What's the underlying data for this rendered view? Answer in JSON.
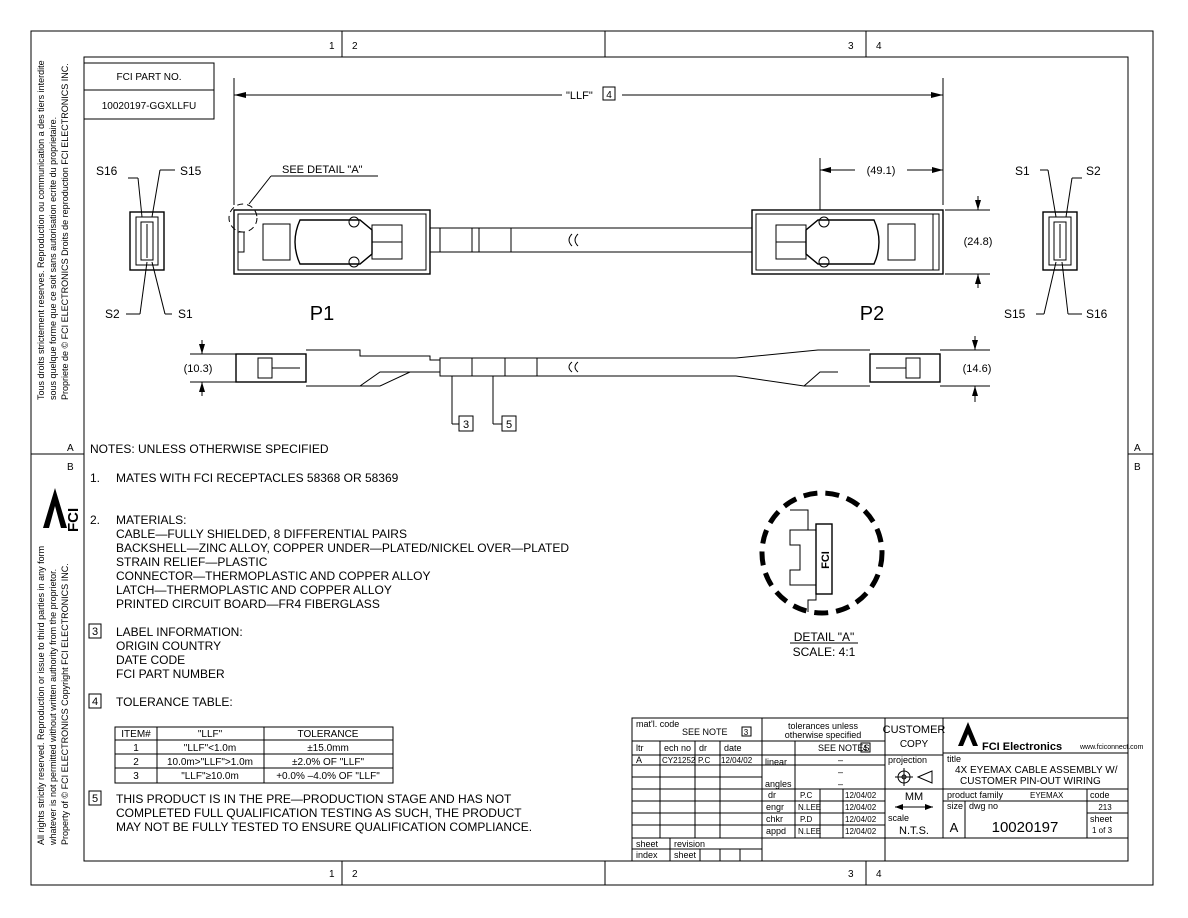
{
  "zones": {
    "top_1": "1",
    "top_2": "2",
    "top_3": "3",
    "top_4": "4",
    "bot_1": "1",
    "bot_2": "2",
    "bot_3": "3",
    "bot_4": "4",
    "left_a": "A",
    "left_b": "B",
    "right_a": "A",
    "right_b": "B"
  },
  "part_box": {
    "label": "FCI PART NO.",
    "value": "10020197-GGXLLFU"
  },
  "margin_text": {
    "top_lines": [
      "Tous droits strictement reserves. Reproduction ou communication a des tiers interdite",
      "sous quelque forme que ce soit sans autorisation ecrite du proprietaire.",
      "Propriete de © FCI ELECTRONICS  Droits de reproduction FCI ELECTRONICS INC."
    ],
    "bottom_lines": [
      "All rights strictly reserved. Reproduction or issue to third parties in any form",
      "whatever is not permitted without written authority from the proprietor.",
      "Property of © FCI ELECTRONICS  Copyright FCI ELECTRONICS INC."
    ],
    "logo": "FCI"
  },
  "drawing": {
    "llf_label": "\"LLF\"",
    "llf_note": "4",
    "see_detail": "SEE DETAIL \"A\"",
    "dim_49": "(49.1)",
    "dim_24": "(24.8)",
    "dim_10": "(10.3)",
    "dim_14": "(14.6)",
    "s16_l": "S16",
    "s15_l": "S15",
    "s2_l": "S2",
    "s1_l": "S1",
    "s1_r": "S1",
    "s2_r": "S2",
    "s15_r": "S15",
    "s16_r": "S16",
    "p1": "P1",
    "p2": "P2",
    "callout_3": "3",
    "callout_5": "5",
    "detail_logo": "FCI",
    "detail_title": "DETAIL \"A\"",
    "detail_scale": "SCALE: 4:1"
  },
  "notes": {
    "header": "NOTES: UNLESS OTHERWISE SPECIFIED",
    "n1_num": "1.",
    "n1": "MATES WITH FCI RECEPTACLES 58368 OR 58369",
    "n2_num": "2.",
    "n2_title": "MATERIALS:",
    "n2_lines": [
      "CABLE—FULLY SHIELDED, 8 DIFFERENTIAL PAIRS",
      "BACKSHELL—ZINC ALLOY, COPPER UNDER—PLATED/NICKEL OVER—PLATED",
      "STRAIN RELIEF—PLASTIC",
      "CONNECTOR—THERMOPLASTIC AND COPPER ALLOY",
      "LATCH—THERMOPLASTIC AND COPPER ALLOY",
      "PRINTED CIRCUIT BOARD—FR4 FIBERGLASS"
    ],
    "n3_num": "3",
    "n3_title": "LABEL INFORMATION:",
    "n3_lines": [
      "ORIGIN COUNTRY",
      "DATE CODE",
      "FCI PART NUMBER"
    ],
    "n4_num": "4",
    "n4_title": "TOLERANCE TABLE:",
    "table_headers": [
      "ITEM#",
      "\"LLF\"",
      "TOLERANCE"
    ],
    "table_rows": [
      [
        "1",
        "\"LLF\"<1.0m",
        "±15.0mm"
      ],
      [
        "2",
        "10.0m>\"LLF\">1.0m",
        "±2.0% OF \"LLF\""
      ],
      [
        "3",
        "\"LLF\"≥10.0m",
        "+0.0% –4.0% OF \"LLF\""
      ]
    ],
    "n5_num": "5",
    "n5_lines": [
      "THIS PRODUCT IS IN THE PRE—PRODUCTION STAGE AND HAS NOT",
      "COMPLETED FULL QUALIFICATION TESTING AS SUCH, THE PRODUCT",
      "MAY NOT BE FULLY TESTED TO ENSURE QUALIFICATION COMPLIANCE."
    ]
  },
  "title_block": {
    "matl_code": "mat'l. code",
    "see_note": "SEE NOTE",
    "see_note_num": "3",
    "tol1": "tolerances unless",
    "tol2": "otherwise specified",
    "see_notes": "SEE NOTES",
    "see_notes_num": "4",
    "customer": "CUSTOMER",
    "copy": "COPY",
    "brand": "FCI Electronics",
    "url": "www.fciconnect.com",
    "hdr_ltr": "ltr",
    "hdr_ech": "ech no",
    "hdr_dr": "dr",
    "hdr_date": "date",
    "rev_ltr": "A",
    "rev_ech": "CY21252",
    "rev_dr": "P.C",
    "rev_date": "12/04/02",
    "linear": "linear",
    "angles": "angles",
    "dash1": "–",
    "dash2": "–",
    "dash3": "–",
    "projection": "projection",
    "title_lbl": "title",
    "title_line1": "4X EYEMAX CABLE ASSEMBLY W/",
    "title_line2": "CUSTOMER PIN-OUT WIRING",
    "sig": [
      [
        "dr",
        "P.C",
        "12/04/02"
      ],
      [
        "engr",
        "N.LEE",
        "12/04/02"
      ],
      [
        "chkr",
        "P.D",
        "12/04/02"
      ],
      [
        "appd",
        "N.LEE",
        "12/04/02"
      ]
    ],
    "mm": "MM",
    "scale_lbl": "scale",
    "scale_val": "N.T.S.",
    "product_family": "product family",
    "family_val": "EYEMAX",
    "code_lbl": "code",
    "code_val": "213",
    "size_lbl": "size",
    "dwg_lbl": "dwg no",
    "size_val": "A",
    "dwg_val": "10020197",
    "sheet_lbl": "sheet",
    "sheet_val": "1  of  3",
    "sheet_index1": "sheet",
    "sheet_index2": "index",
    "revision1": "revision",
    "revision2": "sheet"
  }
}
